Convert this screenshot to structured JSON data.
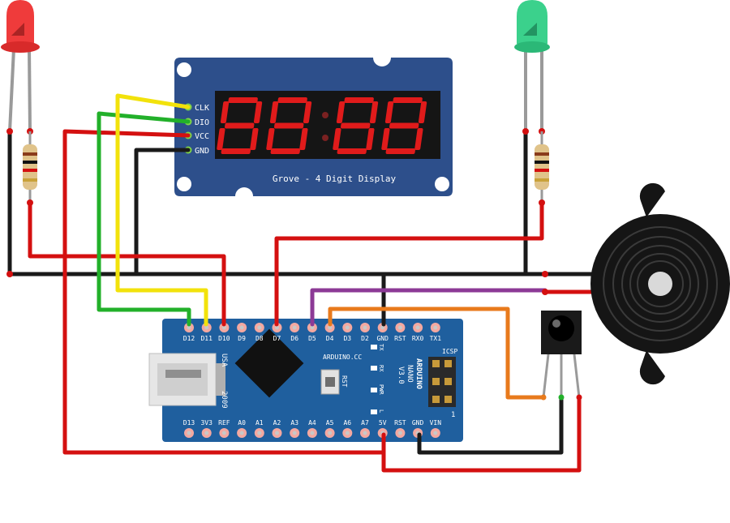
{
  "display": {
    "caption": "Grove - 4 Digit Display",
    "pins": [
      "CLK",
      "DIO",
      "VCC",
      "GND"
    ],
    "colon": ":"
  },
  "nano": {
    "brand": "ARDUINO.CC",
    "model_lines": [
      "ARDUINO",
      "NANO",
      "V3.0"
    ],
    "usa": "USA",
    "year": "2009",
    "rst": "RST",
    "icsp": "ICSP",
    "icsp_pin": "1",
    "leds": [
      "TX",
      "RX",
      "PWR",
      "L"
    ],
    "top_pins": [
      "D12",
      "D11",
      "D10",
      "D9",
      "D8",
      "D7",
      "D6",
      "D5",
      "D4",
      "D3",
      "D2",
      "GND",
      "RST",
      "RX0",
      "TX1"
    ],
    "bottom_pins": [
      "D13",
      "3V3",
      "REF",
      "A0",
      "A1",
      "A2",
      "A3",
      "A4",
      "A5",
      "A6",
      "A7",
      "5V",
      "RST",
      "GND",
      "VIN"
    ]
  },
  "colors": {
    "board_blue": "#1f5f9e",
    "display_blue": "#2d4f8b",
    "segment_red": "#e01b1b",
    "wire_red": "#d41010",
    "wire_black": "#1a1a1a",
    "wire_green": "#22b02a",
    "wire_yellow": "#f2e20b",
    "wire_purple": "#8c3a96",
    "wire_orange": "#e87a1c",
    "led_red": "#ef3b3b",
    "led_green": "#3bd18c"
  },
  "icons": [
    "red-led-icon",
    "green-led-icon",
    "resistor-icon",
    "buzzer-icon",
    "ir-receiver-icon",
    "usb-connector-icon",
    "microcontroller-chip-icon"
  ]
}
